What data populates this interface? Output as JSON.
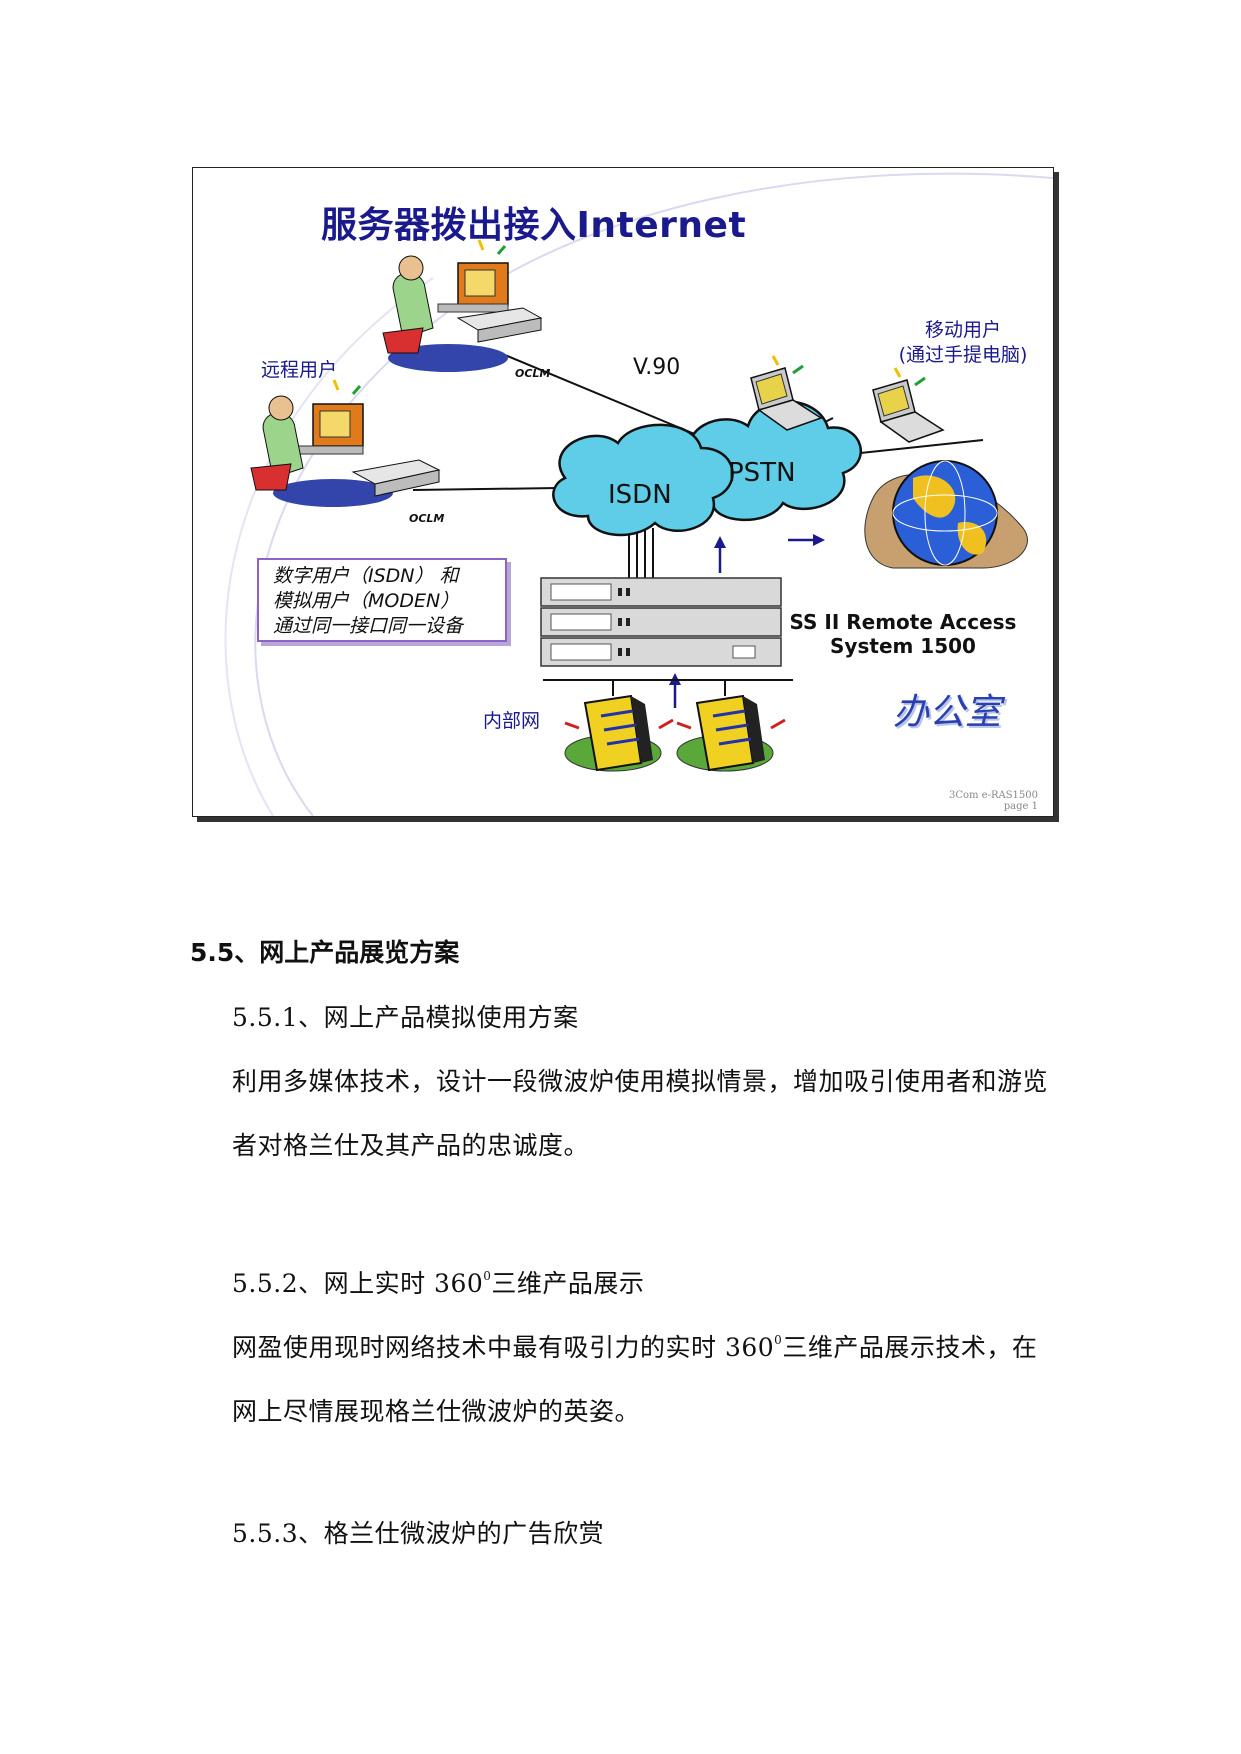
{
  "figure": {
    "title": "服务器拨出接入Internet",
    "remote_users": "远程用户",
    "v90": "V.90",
    "mobile_users_line1": "移动用户",
    "mobile_users_line2": "(通过手提电脑)",
    "isdn": "ISDN",
    "pstn": "PSTN",
    "oclm": "OCLM",
    "note_lines": [
      "数字用户（ISDN） 和",
      "模拟用户（MODEN）",
      "通过同一接口同一设备"
    ],
    "ssii_line1": "SS II Remote Access",
    "ssii_line2": "System 1500",
    "office": "办公室",
    "intranet": "内部网",
    "footer_line1": "3Com e-RAS1500",
    "footer_line2": "page 1"
  },
  "doc": {
    "section_heading": "5.5、网上产品展览方案",
    "sub1": "5.5.1、网上产品模拟使用方案",
    "body1": "利用多媒体技术，设计一段微波炉使用模拟情景，增加吸引使用者和游览者对格兰仕及其产品的忠诚度。",
    "sub2_pre": "5.5.2、网上实时 360",
    "sub2_sup": "0",
    "sub2_post": "三维产品展示",
    "body2_pre": "网盈使用现时网络技术中最有吸引力的实时 360",
    "body2_sup": "0",
    "body2_post": "三维产品展示技术，在网上尽情展现格兰仕微波炉的英姿。",
    "sub3": "5.5.3、格兰仕微波炉的广告欣赏"
  }
}
